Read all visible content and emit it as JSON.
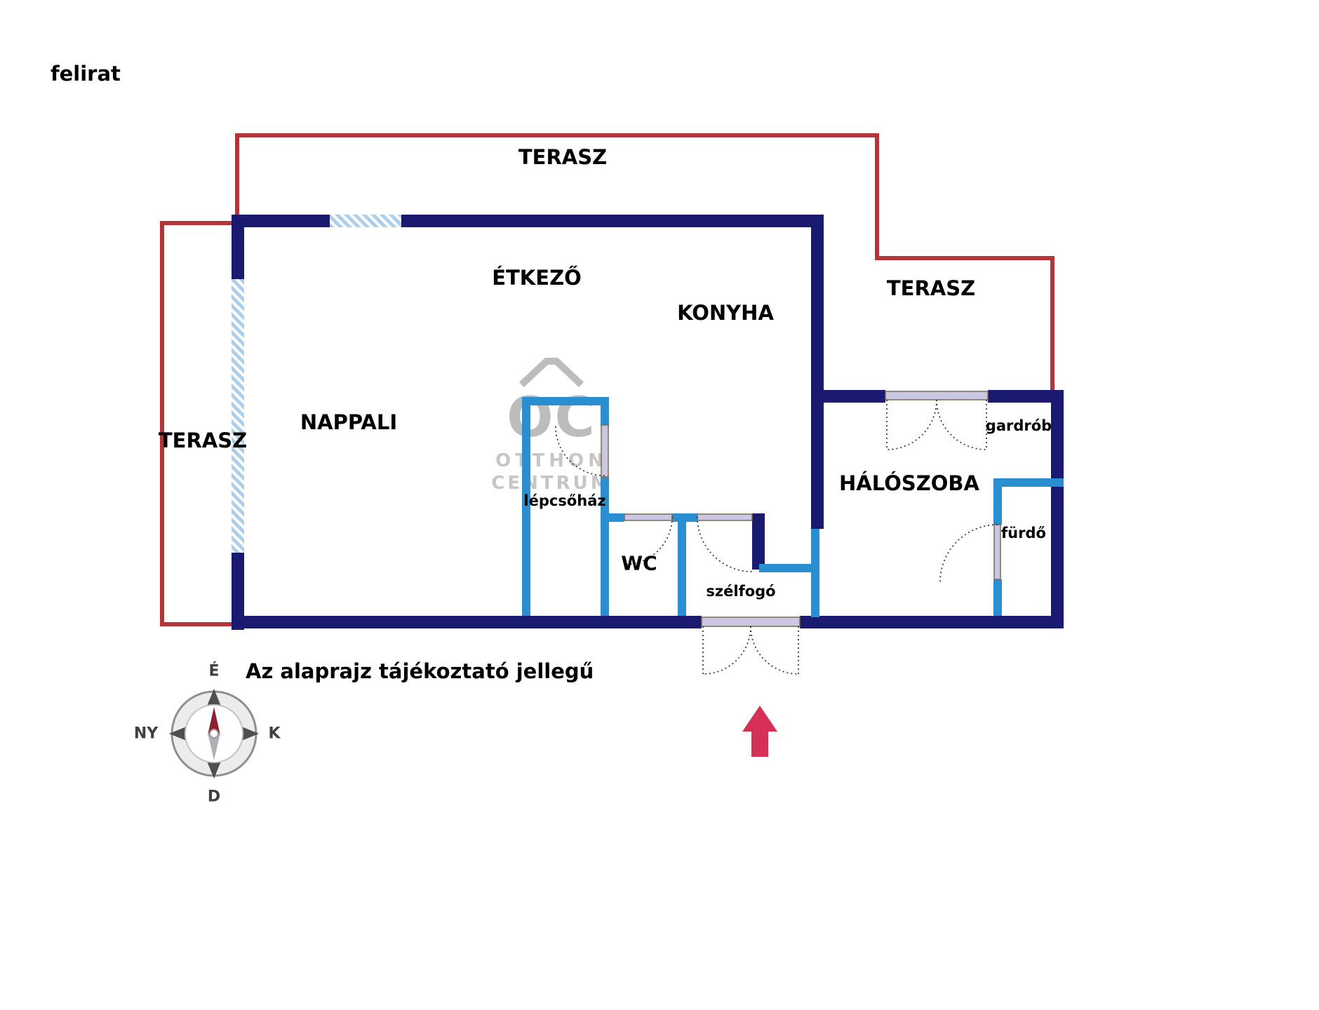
{
  "page": {
    "heading": "felirat",
    "disclaimer": "Az alaprajz tájékoztató jellegű"
  },
  "rooms": {
    "terasz_top": "TERASZ",
    "terasz_right": "TERASZ",
    "terasz_left": "TERASZ",
    "etkezo": "ÉTKEZŐ",
    "konyha": "KONYHA",
    "nappali": "NAPPALI",
    "lepcsohaz": "lépcsőház",
    "wc": "WC",
    "szelfogo": "szélfogó",
    "haloszoba": "HÁLÓSZOBA",
    "gardrob": "gardrób",
    "furdo": "fürdő"
  },
  "compass": {
    "north": "É",
    "south": "D",
    "west": "NY",
    "east": "K"
  },
  "watermark": {
    "initials": "OC",
    "name_line1": "OTTHON",
    "name_line2": "CENTRUM"
  },
  "colors": {
    "wall": "#1a1a70",
    "interior_wall": "#2a8fd0",
    "terrace_line": "#b43437",
    "glass": "#aecfe9",
    "glass_stripe": "#ffffff",
    "door_lintel": "#cbc6e2",
    "door_edge": "#7b6a52",
    "arc": "#333333",
    "entrance_arrow": "#d63057",
    "watermark": "#bcbcbc",
    "compass_ring": "#9a9a9a",
    "compass_points": "#4f4f4f",
    "needle": "#8d1f35",
    "text": "#000000"
  }
}
